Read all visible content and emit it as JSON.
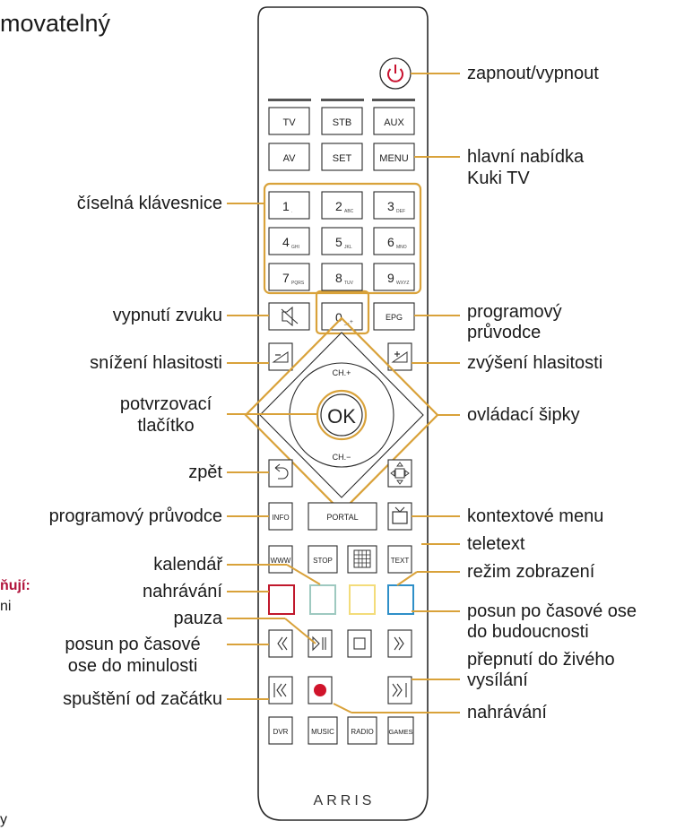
{
  "header_text": "movatelný",
  "side_fragments": {
    "bold": "ňují:",
    "line2": "ni",
    "bottom": "y"
  },
  "remote": {
    "brand": "ARRIS",
    "source_buttons": [
      "TV",
      "STB",
      "AUX"
    ],
    "row2_buttons": [
      "AV",
      "SET",
      "MENU"
    ],
    "digits": [
      {
        "d": "1",
        "s": "."
      },
      {
        "d": "2",
        "s": "ABC"
      },
      {
        "d": "3",
        "s": "DEF"
      },
      {
        "d": "4",
        "s": "GHI"
      },
      {
        "d": "5",
        "s": "JKL"
      },
      {
        "d": "6",
        "s": "MNO"
      },
      {
        "d": "7",
        "s": "PQRS"
      },
      {
        "d": "8",
        "s": "TUV"
      },
      {
        "d": "9",
        "s": "WXYZ"
      }
    ],
    "zero": {
      "d": "0",
      "s": "_,+"
    },
    "epg": "EPG",
    "ch_up": "CH.+",
    "ch_down": "CH.−",
    "ok": "OK",
    "info": "INFO",
    "portal": "PORTAL",
    "www": "WWW",
    "stop": "STOP",
    "text": "TEXT",
    "bottom_buttons": [
      "DVR",
      "MUSIC",
      "RADIO",
      "GAMES"
    ]
  },
  "colors": {
    "callout": "#d9a23a",
    "power": "#c8102e",
    "red": "#c0182c",
    "green": "#9ec9c0",
    "yellow": "#f3dc7a",
    "blue": "#2e8fc8",
    "record": "#d0142b"
  },
  "labels_left": {
    "numeric_keypad": "číselná klávesnice",
    "mute": "vypnutí zvuku",
    "vol_down": "snížení hlasitosti",
    "confirm_1": "potvrzovací",
    "confirm_2": "tlačítko",
    "back": "zpět",
    "program_guide": "programový průvodce",
    "calendar": "kalendář",
    "recording": "nahrávání",
    "pause": "pauza",
    "seek_past_1": "posun po časové",
    "seek_past_2": "ose do minulosti",
    "start_over": "spuštění od začátku"
  },
  "labels_right": {
    "power": "zapnout/vypnout",
    "main_menu_1": "hlavní nabídka",
    "main_menu_2": "Kuki TV",
    "epg_1": "programový",
    "epg_2": "průvodce",
    "vol_up": "zvýšení hlasitosti",
    "arrows": "ovládací šipky",
    "context_menu": "kontextové menu",
    "teletext": "teletext",
    "display_mode": "režim zobrazení",
    "seek_future_1": "posun po časové ose",
    "seek_future_2": "do budoucnosti",
    "live_1": "přepnutí do živého",
    "live_2": "vysílání",
    "recording": "nahrávání"
  }
}
